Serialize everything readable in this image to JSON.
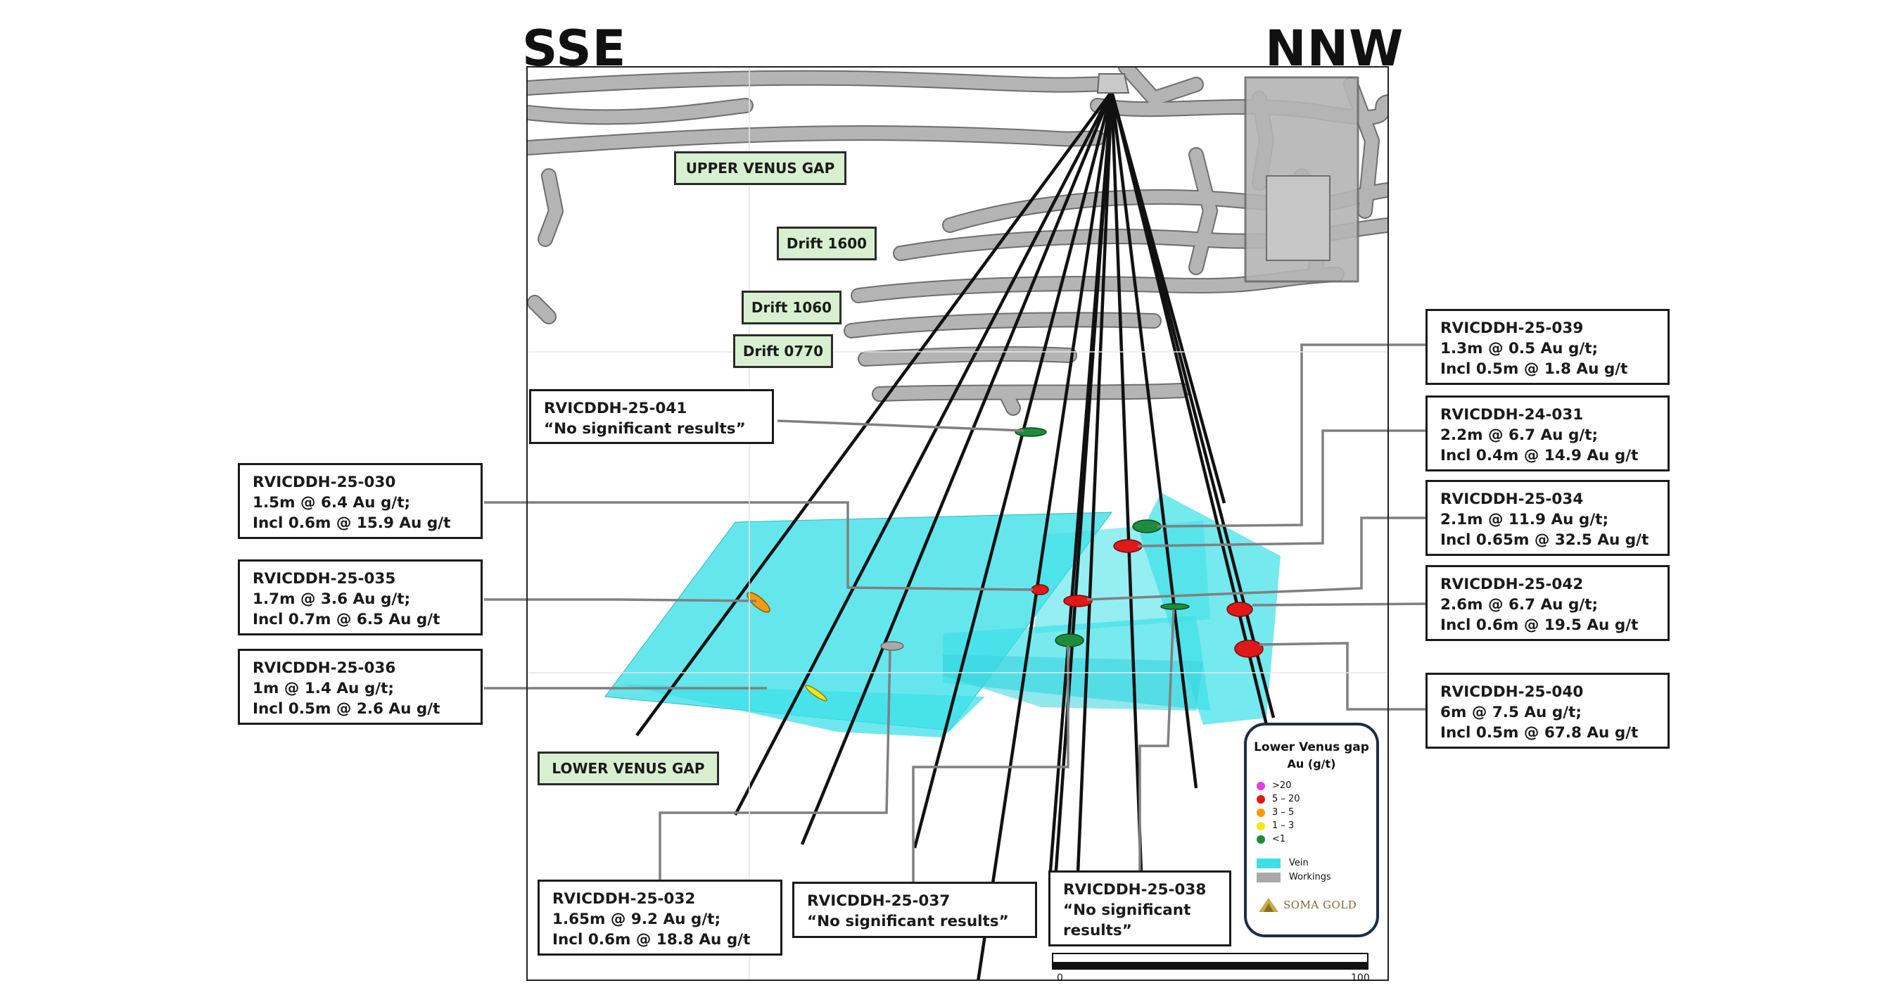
{
  "directions": {
    "left": "SSE",
    "right": "NNW"
  },
  "area_labels": [
    {
      "id": "upper-venus-gap",
      "text": "UPPER VENUS GAP"
    },
    {
      "id": "drift-1600",
      "text": "Drift 1600"
    },
    {
      "id": "drift-1060",
      "text": "Drift 1060"
    },
    {
      "id": "drift-0770",
      "text": "Drift 0770"
    },
    {
      "id": "lower-venus-gap",
      "text": "LOWER VENUS GAP"
    }
  ],
  "callouts": [
    {
      "hole": "RVICDDH-25-041",
      "lines": [
        "“No significant results”"
      ]
    },
    {
      "hole": "RVICDDH-25-030",
      "lines": [
        "1.5m @ 6.4 Au g/t;",
        "Incl 0.6m @ 15.9 Au g/t"
      ]
    },
    {
      "hole": "RVICDDH-25-035",
      "lines": [
        "1.7m @ 3.6 Au g/t;",
        "Incl 0.7m @ 6.5 Au g/t"
      ]
    },
    {
      "hole": "RVICDDH-25-036",
      "lines": [
        "1m @ 1.4 Au g/t;",
        "Incl 0.5m @ 2.6 Au g/t"
      ]
    },
    {
      "hole": "RVICDDH-25-039",
      "lines": [
        "1.3m @ 0.5 Au g/t;",
        "Incl 0.5m @ 1.8 Au g/t"
      ]
    },
    {
      "hole": "RVICDDH-24-031",
      "lines": [
        "2.2m @ 6.7 Au g/t;",
        "Incl 0.4m @ 14.9 Au g/t"
      ]
    },
    {
      "hole": "RVICDDH-25-034",
      "lines": [
        "2.1m @ 11.9 Au g/t;",
        "Incl 0.65m @ 32.5 Au g/t"
      ]
    },
    {
      "hole": "RVICDDH-25-042",
      "lines": [
        "2.6m @ 6.7 Au g/t;",
        "Incl 0.6m @ 19.5 Au g/t"
      ]
    },
    {
      "hole": "RVICDDH-25-040",
      "lines": [
        "6m @ 7.5 Au g/t;",
        "Incl 0.5m @ 67.8 Au g/t"
      ]
    },
    {
      "hole": "RVICDDH-25-032",
      "lines": [
        "1.65m @ 9.2 Au g/t;",
        "Incl 0.6m @ 18.8 Au g/t"
      ]
    },
    {
      "hole": "RVICDDH-25-037",
      "lines": [
        "“No significant results”"
      ]
    },
    {
      "hole": "RVICDDH-25-038",
      "lines": [
        "“No significant",
        "results”"
      ]
    }
  ],
  "legend": {
    "title_line1": "Lower Venus gap",
    "title_line2": "Au (g/t)",
    "grade_classes": [
      {
        "label": ">20",
        "color": "#e040e0"
      },
      {
        "label": "5 – 20",
        "color": "#e01818"
      },
      {
        "label": "3 – 5",
        "color": "#f39c12"
      },
      {
        "label": "1 – 3",
        "color": "#f5e61a"
      },
      {
        "label": "<1",
        "color": "#1e8c3a"
      }
    ],
    "vein_label": "Vein",
    "vein_color": "#3ee0e8",
    "workings_label": "Workings",
    "workings_color": "#a9a9a9"
  },
  "logo_text": "SOMA GOLD",
  "scale_bar": {
    "start": "0",
    "end": "100"
  }
}
